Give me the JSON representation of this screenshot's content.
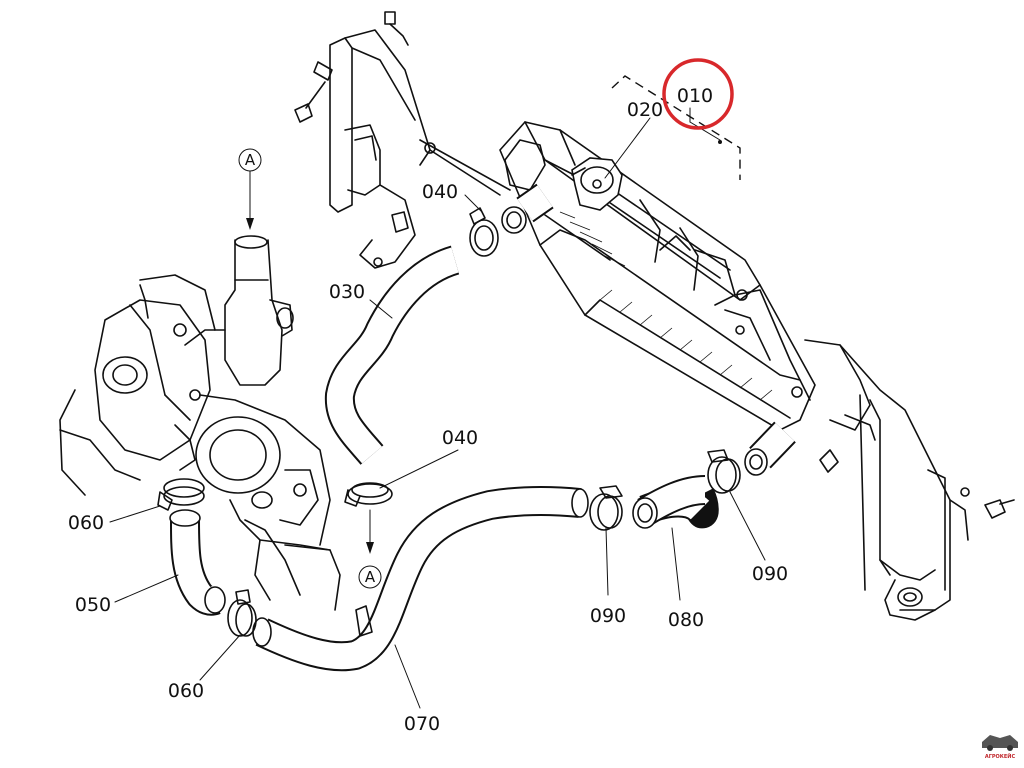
{
  "part_labels": {
    "p010": "010",
    "p020": "020",
    "p030": "030",
    "p040_top": "040",
    "p040_mid": "040",
    "p050": "050",
    "p060_top": "060",
    "p060_bottom": "060",
    "p070": "070",
    "p080": "080",
    "p090_left": "090",
    "p090_right": "090"
  },
  "reference_markers": {
    "a_top": "A",
    "a_bottom": "A"
  },
  "highlight": {
    "part": "010",
    "color": "#d8282b"
  },
  "watermark": {
    "text": "АГРОКЕЙС"
  }
}
